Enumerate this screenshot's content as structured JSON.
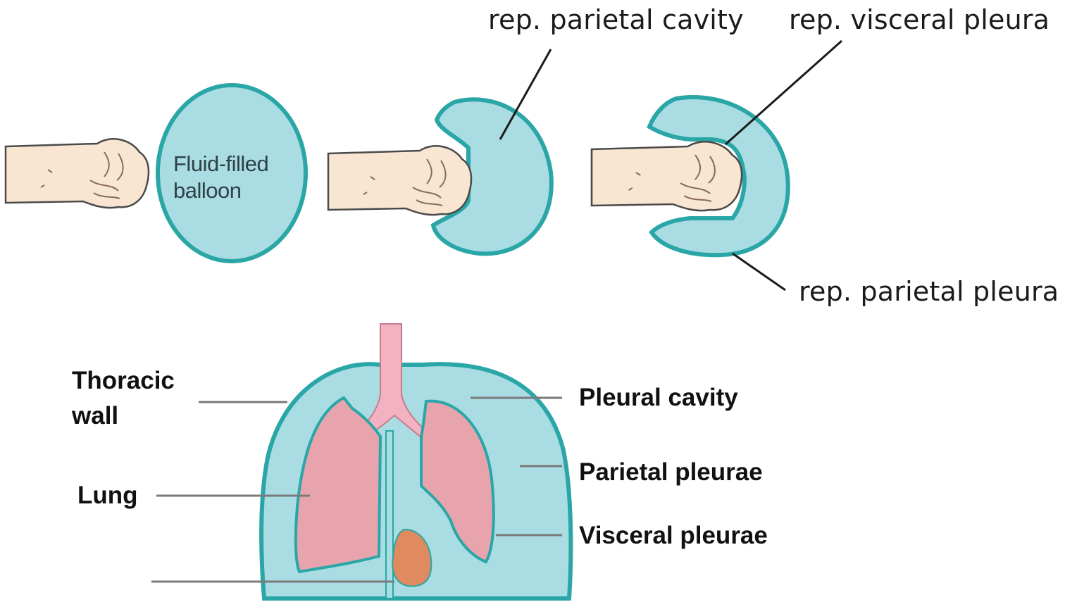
{
  "top_labels": {
    "parietal_cavity": "rep. parietal cavity",
    "visceral_pleura": "rep. visceral pleura",
    "parietal_pleura": "rep. parietal pleura"
  },
  "balloon_label": {
    "line1": "Fluid-filled",
    "line2": "balloon"
  },
  "thorax_labels": {
    "thoracic_wall_line1": "Thoracic",
    "thoracic_wall_line2": "wall",
    "lung": "Lung",
    "pleural_cavity": "Pleural cavity",
    "parietal_pleurae": "Parietal pleurae",
    "visceral_pleurae": "Visceral pleurae"
  },
  "colors": {
    "balloon_fill": "#a9dde3",
    "balloon_outline": "#2aa6a6",
    "skin": "#f8e6d2",
    "lung": "#e8a4ad",
    "heart": "#e08a60",
    "trachea": "#f2b2c2"
  }
}
